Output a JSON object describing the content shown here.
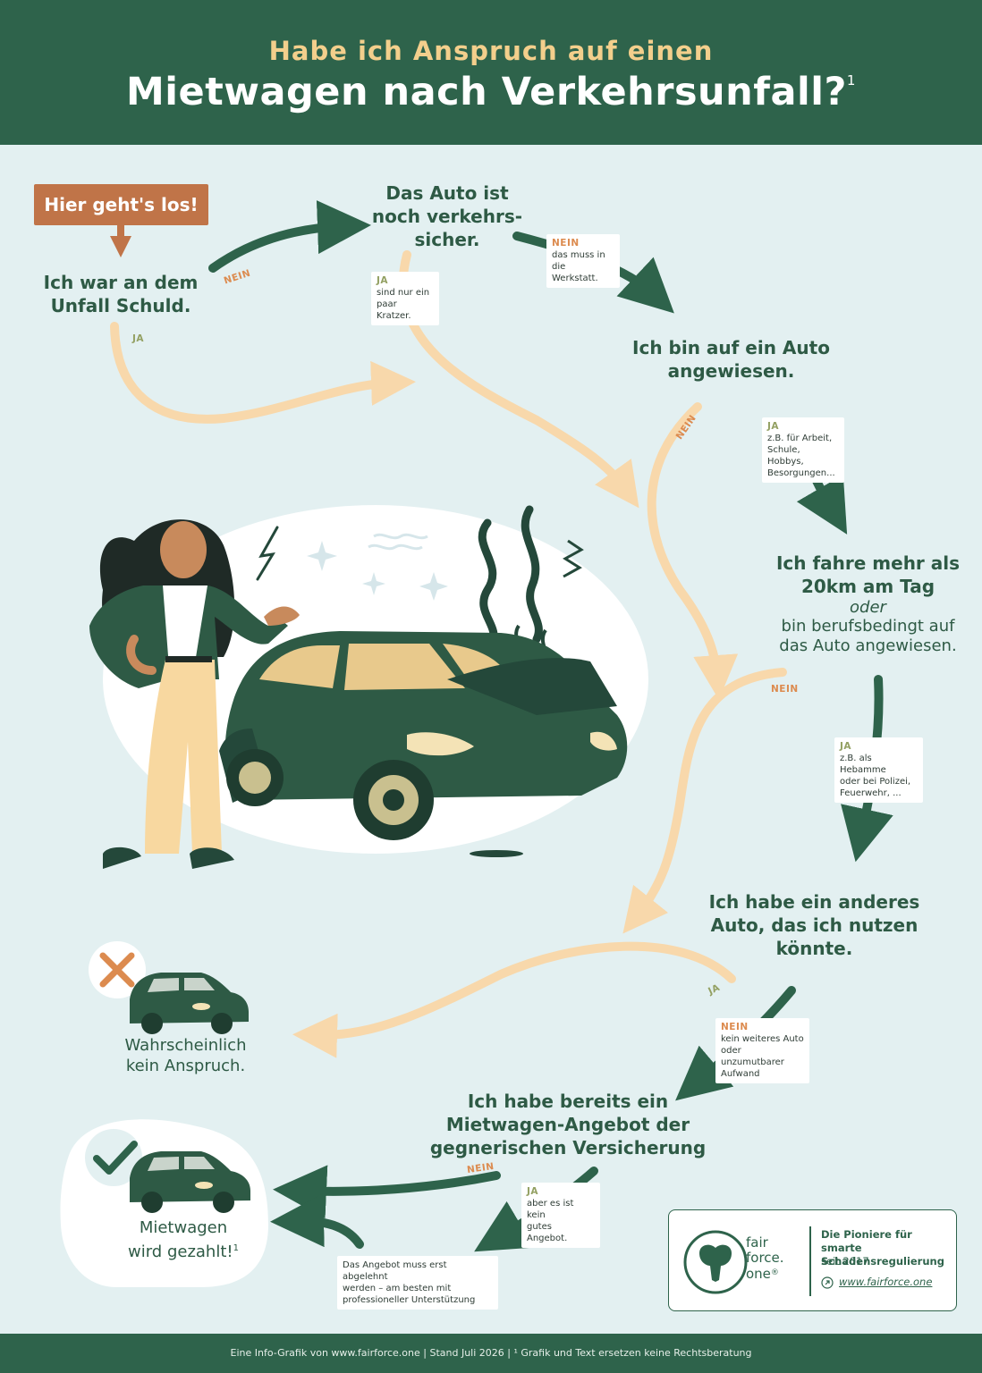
{
  "header": {
    "subtitle": "Habe ich Anspruch auf einen",
    "title": "Mietwagen nach Verkehrsunfall?",
    "footnote_mark": "1"
  },
  "start": {
    "label": "Hier geht's los!"
  },
  "nodes": {
    "schuld": {
      "line1": "Ich war an dem",
      "line2": "Unfall Schuld."
    },
    "verkehrssicher": {
      "line1": "Das Auto ist",
      "line2": "noch verkehrs-",
      "line3": "sicher."
    },
    "angewiesen": {
      "line1": "Ich bin auf ein Auto",
      "line2": "angewiesen."
    },
    "fahre": {
      "line1": "Ich fahre mehr als",
      "line2": "20km am Tag",
      "line3": "oder",
      "line4": "bin berufsbedingt auf",
      "line5": "das Auto angewiesen."
    },
    "anderes": {
      "line1": "Ich habe ein anderes",
      "line2": "Auto, das ich nutzen",
      "line3": "könnte."
    },
    "angebot": {
      "line1": "Ich habe bereits ein",
      "line2": "Mietwagen-Angebot der",
      "line3": "gegnerischen Versicherung"
    }
  },
  "labels": {
    "nein": "NEIN",
    "ja": "JA"
  },
  "notes": {
    "kratzer": {
      "head": "JA",
      "line1": "sind nur ein",
      "line2": "paar Kratzer."
    },
    "werkstatt": {
      "head": "NEIN",
      "line1": "das muss in",
      "line2": "die Werkstatt."
    },
    "arbeit": {
      "head": "JA",
      "line1": "z.B. für Arbeit,",
      "line2": "Schule, Hobbys,",
      "line3": "Besorgungen..."
    },
    "hebamme": {
      "head": "JA",
      "line1": "z.B. als Hebamme",
      "line2": "oder bei Polizei,",
      "line3": "Feuerwehr, ..."
    },
    "kein_auto": {
      "head": "NEIN",
      "line1": "kein weiteres Auto",
      "line2": "oder unzumutbarer",
      "line3": "Aufwand"
    },
    "kein_gutes": {
      "head": "JA",
      "line1": "aber es ist kein",
      "line2": "gutes Angebot."
    },
    "ablehnen": {
      "line1": "Das Angebot muss erst abgelehnt",
      "line2": "werden – am besten mit",
      "line3": "professioneller Unterstützung"
    }
  },
  "results": {
    "kein": {
      "line1": "Wahrscheinlich",
      "line2": "kein Anspruch."
    },
    "gezahlt": {
      "line1": "Mietwagen",
      "line2": "wird gezahlt!",
      "mark": "1"
    }
  },
  "brand": {
    "name1": "fair",
    "name2": "force.",
    "name3": "one",
    "reg": "®",
    "tagline1": "Die Pioniere für smarte",
    "tagline2": "Schadensregulierung",
    "since": "seit 2017",
    "url": "www.fairforce.one"
  },
  "footer": {
    "text": "Eine Info-Grafik von www.fairforce.one | Stand Juli 2026 | ¹ Grafik und Text ersetzen keine Rechtsberatung"
  },
  "colors": {
    "header_bg": "#2e634b",
    "page_bg": "#e3f0f1",
    "accent_dark_green": "#2e5a45",
    "accent_peach": "#f8d8ab",
    "accent_orange": "#c07448",
    "title_yellow": "#f3cf8c"
  }
}
